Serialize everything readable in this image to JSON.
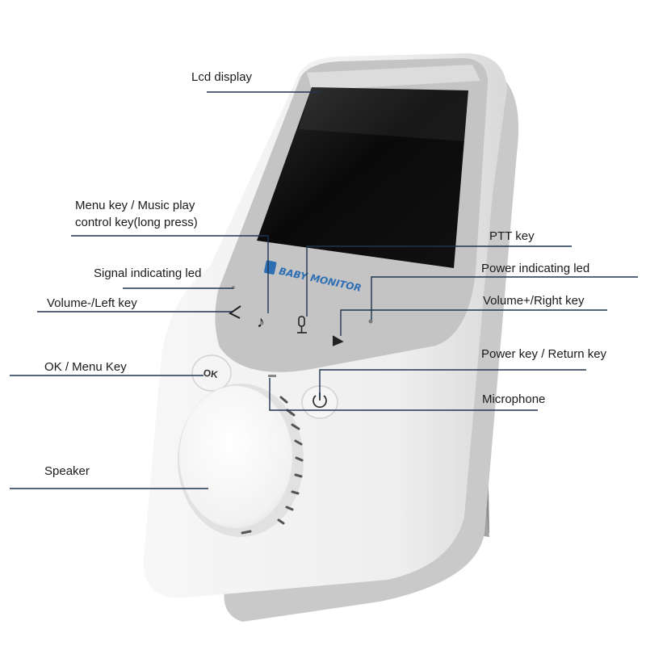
{
  "labels": {
    "lcd_display": "Lcd display",
    "menu_key_line1": "Menu key / Music play",
    "menu_key_line2": "control key(long press)",
    "ptt_key": "PTT key",
    "signal_led": "Signal indicating led",
    "power_led": "Power indicating led",
    "volume_left": "Volume-/Left key",
    "volume_right": "Volume+/Right key",
    "power_return": "Power key / Return key",
    "ok_menu": "OK / Menu Key",
    "microphone": "Microphone",
    "speaker": "Speaker"
  },
  "device": {
    "brand": "BABY MONITOR",
    "ok_button": "OK"
  },
  "colors": {
    "line": "#1f3550",
    "body": "#f2f2f2",
    "bezel": "#bdbdbd",
    "screen": "#0c0c0c",
    "stand": "#9a9a9a",
    "brand_blue": "#2e6fb4"
  }
}
